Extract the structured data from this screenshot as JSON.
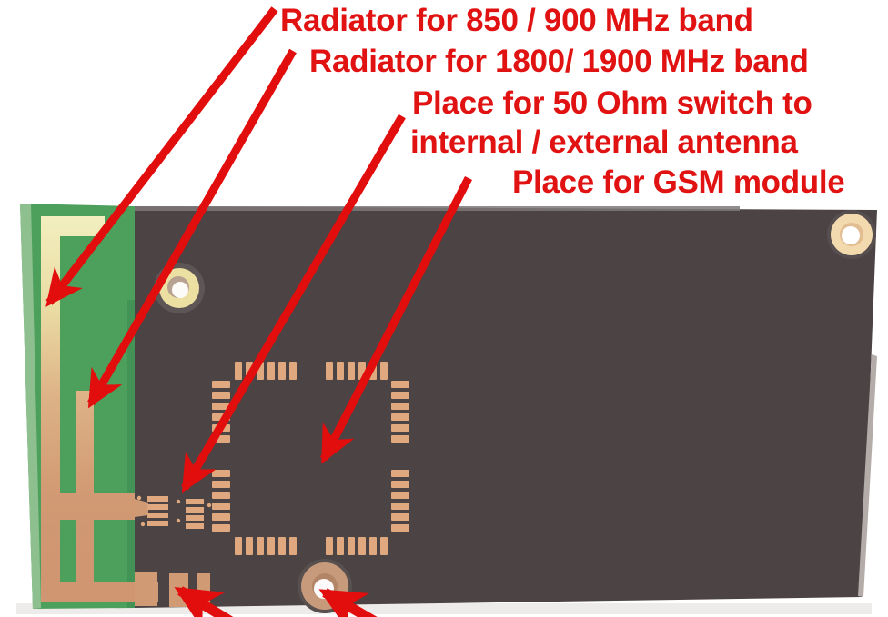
{
  "annotations": {
    "radiator_850_900": "Radiator for 850 / 900 MHz band",
    "radiator_1800_1900": "Radiator for 1800/ 1900 MHz band",
    "switch_line_1": "Place for 50 Ohm switch to",
    "switch_line_2": "internal / external antenna",
    "gsm_module": "Place for GSM module"
  },
  "colors": {
    "annotation_red": "#e11212",
    "arrow_red": "#e20d0d",
    "pcb_green": "#4da05c",
    "pcb_green_light": "#8ec08f",
    "pcb_dark": "#4b4344",
    "copper_trace": "#cf9a74",
    "copper_pad": "#e0a87e",
    "pale_gold": "#f2efbe",
    "hole_gold": "#ebe0a2",
    "hole_copper": "#c79a7b",
    "background": "#ffffff"
  }
}
